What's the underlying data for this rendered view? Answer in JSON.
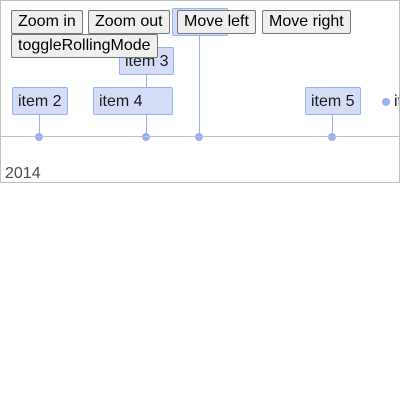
{
  "timeline": {
    "major_label": "2014",
    "items": [
      {
        "label": "item 2"
      },
      {
        "label": "item 4"
      },
      {
        "label": "item 3"
      },
      {
        "label": "item 5"
      }
    ],
    "point_item": {
      "label": "item"
    }
  },
  "toolbar": {
    "zoom_in": "Zoom in",
    "zoom_out": "Zoom out",
    "move_left": "Move left",
    "move_right": "Move right",
    "toggle_rolling": "toggleRollingMode"
  },
  "colors": {
    "item_background": "#d5ddf6",
    "item_border": "#97b0f8",
    "axis": "#bfbfbf"
  }
}
